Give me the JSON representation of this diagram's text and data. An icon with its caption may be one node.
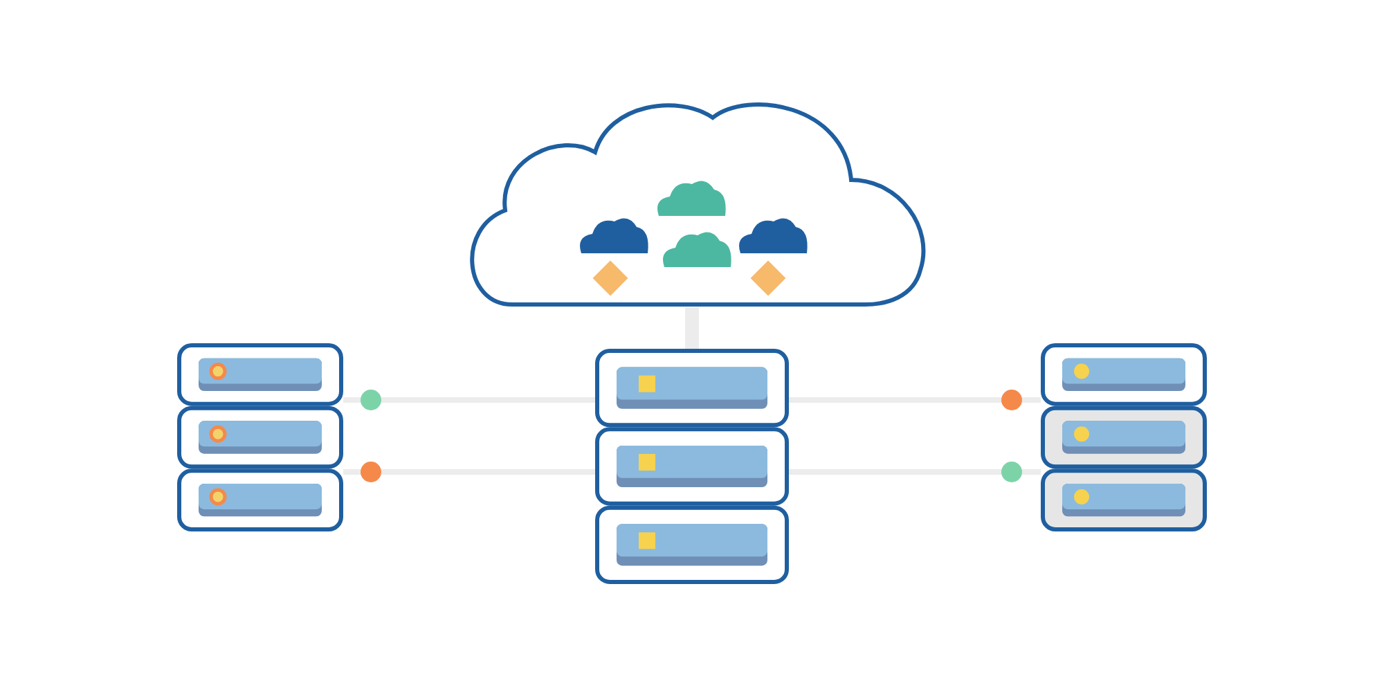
{
  "diagram": {
    "nodes": [
      {
        "text": [],
        "shape": "cloud"
      },
      {
        "text": [],
        "shape": "server"
      },
      {
        "text": [],
        "shape": "server"
      },
      {
        "text": [],
        "shape": "server"
      }
    ],
    "edges": [
      {
        "from": 0,
        "to": 2,
        "arrow": "none",
        "style": "thick"
      },
      {
        "from": 1,
        "to": 2,
        "arrow": "other"
      },
      {
        "from": 1,
        "to": 2,
        "arrow": "other"
      },
      {
        "from": 2,
        "to": 3,
        "arrow": "other"
      },
      {
        "from": 2,
        "to": 3,
        "arrow": "other"
      }
    ]
  }
}
